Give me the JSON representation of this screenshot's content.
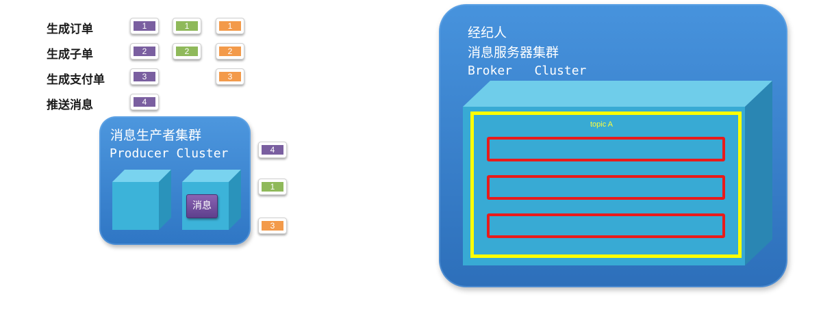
{
  "steps": [
    {
      "label": "生成订单",
      "tags": [
        "1",
        "1",
        "1"
      ]
    },
    {
      "label": "生成子单",
      "tags": [
        "2",
        "2",
        "2"
      ]
    },
    {
      "label": "生成支付单",
      "tags": [
        "3",
        "3"
      ]
    },
    {
      "label": "推送消息",
      "tags": [
        "4"
      ]
    }
  ],
  "producer": {
    "title_cn": "消息生产者集群",
    "title_en": "Producer Cluster",
    "message_label": "消息"
  },
  "outgoing": [
    "4",
    "1",
    "3"
  ],
  "broker": {
    "title_line1": "经纪人",
    "title_line2": "消息服务器集群",
    "title_en": "Broker   Cluster",
    "topic_label": "topic A"
  },
  "colors": {
    "purple": "#7a5fa0",
    "green": "#8fb95a",
    "orange": "#f39a4a",
    "container_blue": "#3b85d3",
    "cube_cyan": "#3cb3d9",
    "topic_border": "#ffff00",
    "queue_border": "#e81b1b"
  }
}
